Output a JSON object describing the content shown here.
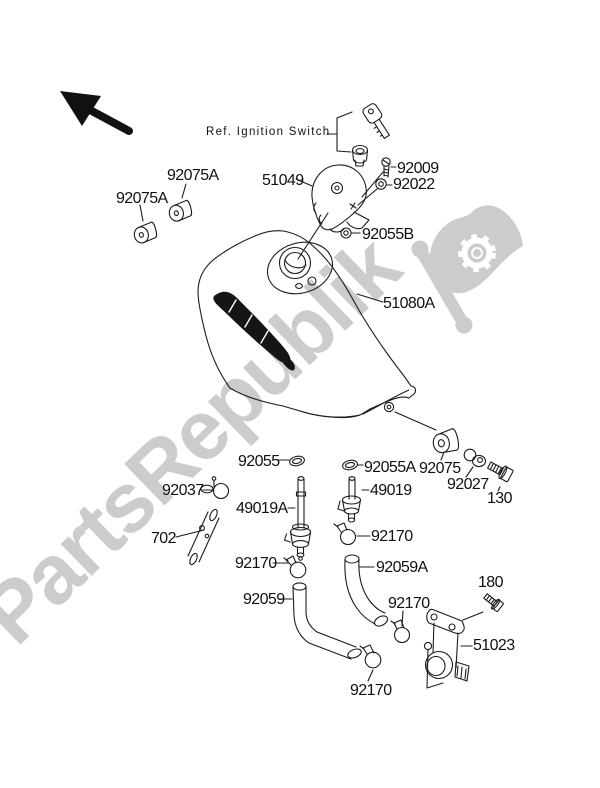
{
  "watermark": {
    "text": "PartsRepublik",
    "color": "#cccccc"
  },
  "colors": {
    "background": "#ffffff",
    "line": "#1c1c1c"
  },
  "labels": {
    "ref_ignition": "Ref. Ignition Switch",
    "l92075a_1": "92075A",
    "l92075a_2": "92075A",
    "l51049": "51049",
    "l92009": "92009",
    "l92022": "92022",
    "l92055b": "92055B",
    "l51080a": "51080A",
    "l92055": "92055",
    "l92055a": "92055A",
    "l92075": "92075",
    "l92027": "92027",
    "l130": "130",
    "l92037": "92037",
    "l702": "702",
    "l49019a": "49019A",
    "l49019": "49019",
    "l92170_1": "92170",
    "l92170_2": "92170",
    "l92170_3": "92170",
    "l92170_4": "92170",
    "l92059": "92059",
    "l92059a": "92059A",
    "l180": "180",
    "l51023": "51023"
  }
}
